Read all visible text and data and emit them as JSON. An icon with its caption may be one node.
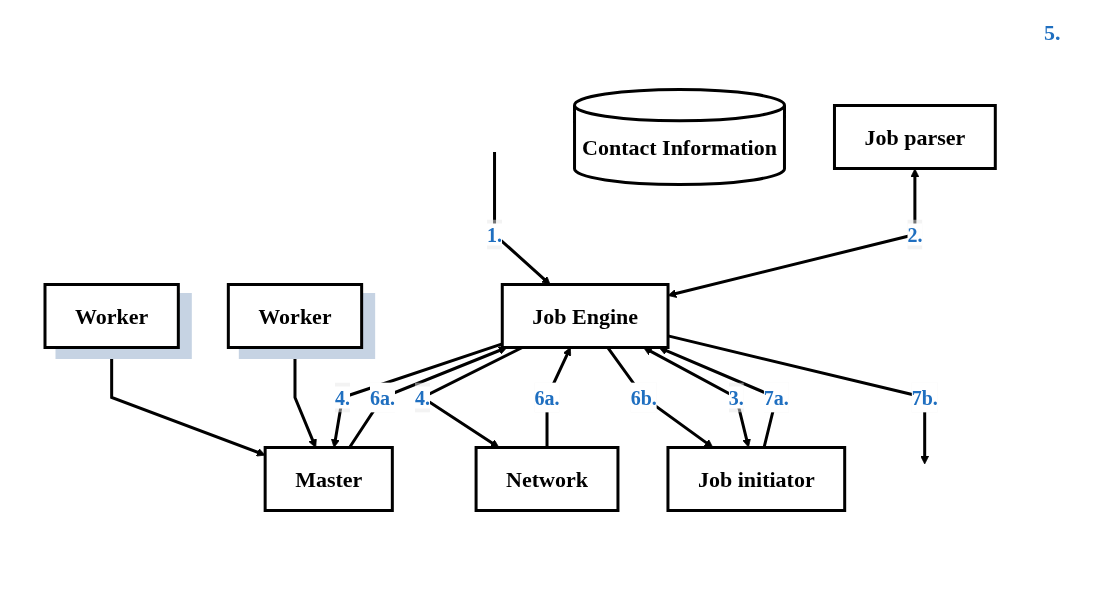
{
  "diagram": {
    "nodes": [
      {
        "text": [
          "Job parser"
        ]
      },
      {
        "text": [
          "Job initiator"
        ]
      },
      {
        "text": [
          "Worker"
        ]
      },
      {
        "text": [
          "Worker"
        ]
      },
      {
        "text": [
          "Job Engine"
        ]
      },
      {
        "text": [
          "Master"
        ]
      },
      {
        "text": [
          "Contact Information"
        ]
      },
      {
        "text": [
          "Network"
        ]
      }
    ],
    "edges": [
      {
        "from": null,
        "to": 4,
        "arrow": "to",
        "label": "1."
      },
      {
        "from": 4,
        "to": null,
        "arrow": "to",
        "label": "7b."
      },
      {
        "from": 0,
        "to": 4,
        "arrow": "both",
        "label": "2."
      },
      {
        "from": 1,
        "to": 4,
        "arrow": "both",
        "label": "3."
      },
      {
        "from": 4,
        "to": 1,
        "arrow": "to",
        "label": "6b."
      },
      {
        "from": 1,
        "to": 4,
        "arrow": "to",
        "label": "7a."
      },
      {
        "from": 2,
        "to": 5,
        "arrow": "both"
      },
      {
        "from": 3,
        "to": 5,
        "arrow": "both"
      },
      {
        "from": 4,
        "to": 5,
        "arrow": "to",
        "label": "4."
      },
      {
        "from": 5,
        "to": 4,
        "arrow": "to",
        "label": "6a."
      },
      {
        "from": 7,
        "to": 4,
        "arrow": "to",
        "label": "6a."
      },
      {
        "from": 4,
        "to": 7,
        "arrow": "to",
        "label": "4."
      }
    ],
    "labels": [
      "5."
    ]
  }
}
